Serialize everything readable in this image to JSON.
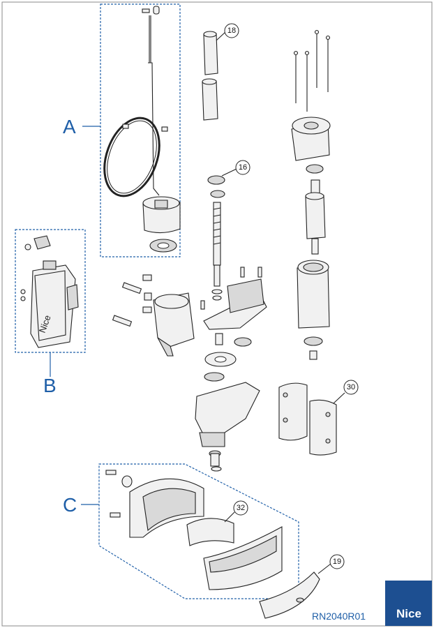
{
  "groups": {
    "a": "A",
    "b": "B",
    "c": "C"
  },
  "callouts": {
    "p18": "18",
    "p16": "16",
    "p30": "30",
    "p32": "32",
    "p19": "19"
  },
  "drawing_code": "RN2040R01",
  "logo": "Nice",
  "colors": {
    "accent": "#1f5fa8",
    "logo_bg": "#1d4f91"
  }
}
